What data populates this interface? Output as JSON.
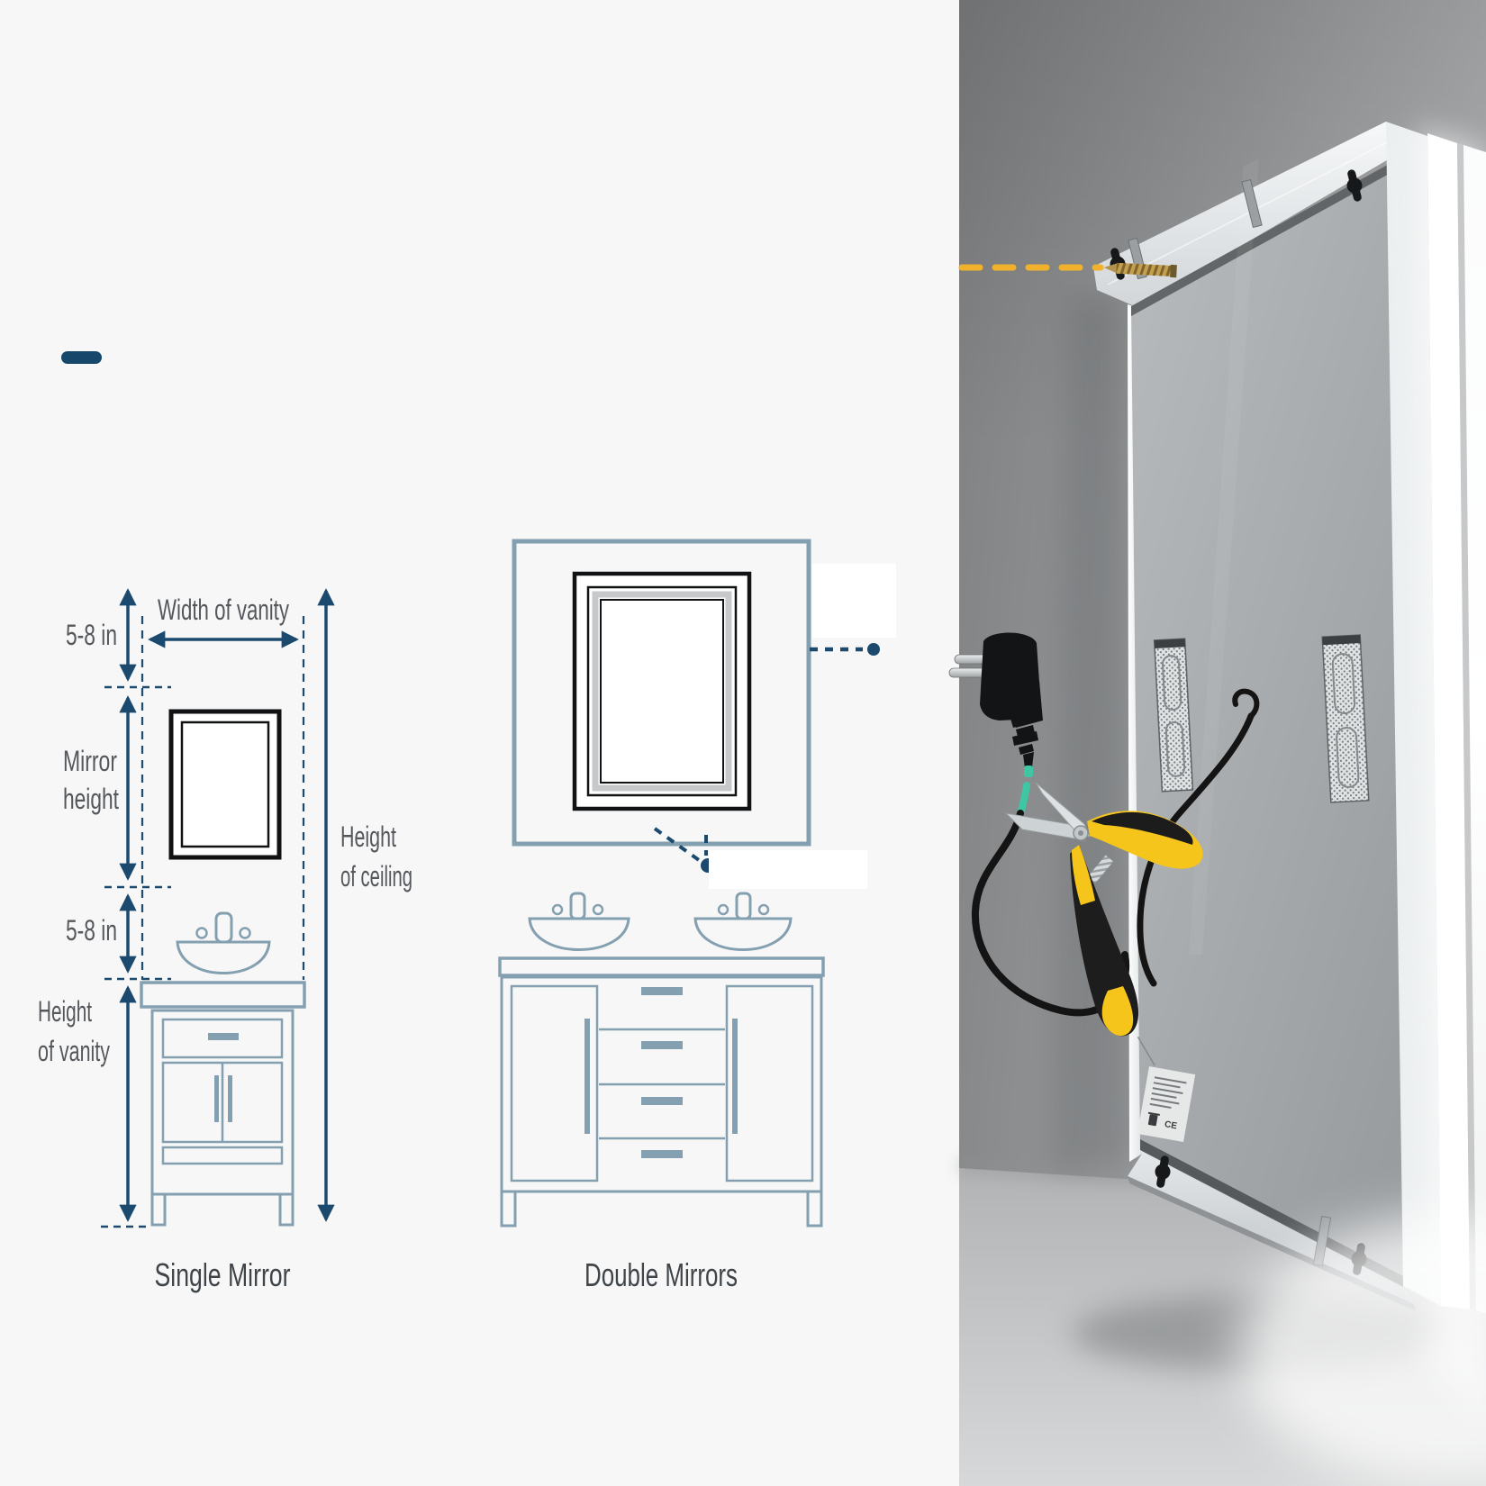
{
  "colors": {
    "page_bg": "#f7f7f7",
    "accent_navy": "#1c4a6e",
    "diagram_line": "#84a0b0",
    "label_text": "#54585d",
    "caption_text": "#3f4449",
    "guide_yellow": "#f0b12c",
    "tool_yellow": "#f6c51b",
    "wire_teal": "#3fc7a4",
    "led_white": "#ffffff"
  },
  "left_panel": {
    "single": {
      "caption": "Single Mirror",
      "gap_top": "5-8 in",
      "gap_bottom": "5-8 in",
      "width_of_vanity": "Width of vanity",
      "mirror_height": {
        "line1": "Mirror",
        "line2": "height"
      },
      "height_of_ceiling": {
        "line1": "Height",
        "line2": "of ceiling"
      },
      "height_of_vanity": {
        "line1": "Height",
        "line2": "of vanity"
      }
    },
    "double": {
      "caption": "Double Mirrors"
    }
  },
  "photo_panel": {
    "label_ce": "CE",
    "icons": {
      "keyhole": "keyhole-slot-icon",
      "vent": "vent-grille-icon",
      "plug": "power-plug-icon",
      "cutters": "wire-cutters-icon",
      "screw": "mounting-screw-icon",
      "led": "led-strip-icon",
      "bin": "weee-bin-icon"
    }
  }
}
